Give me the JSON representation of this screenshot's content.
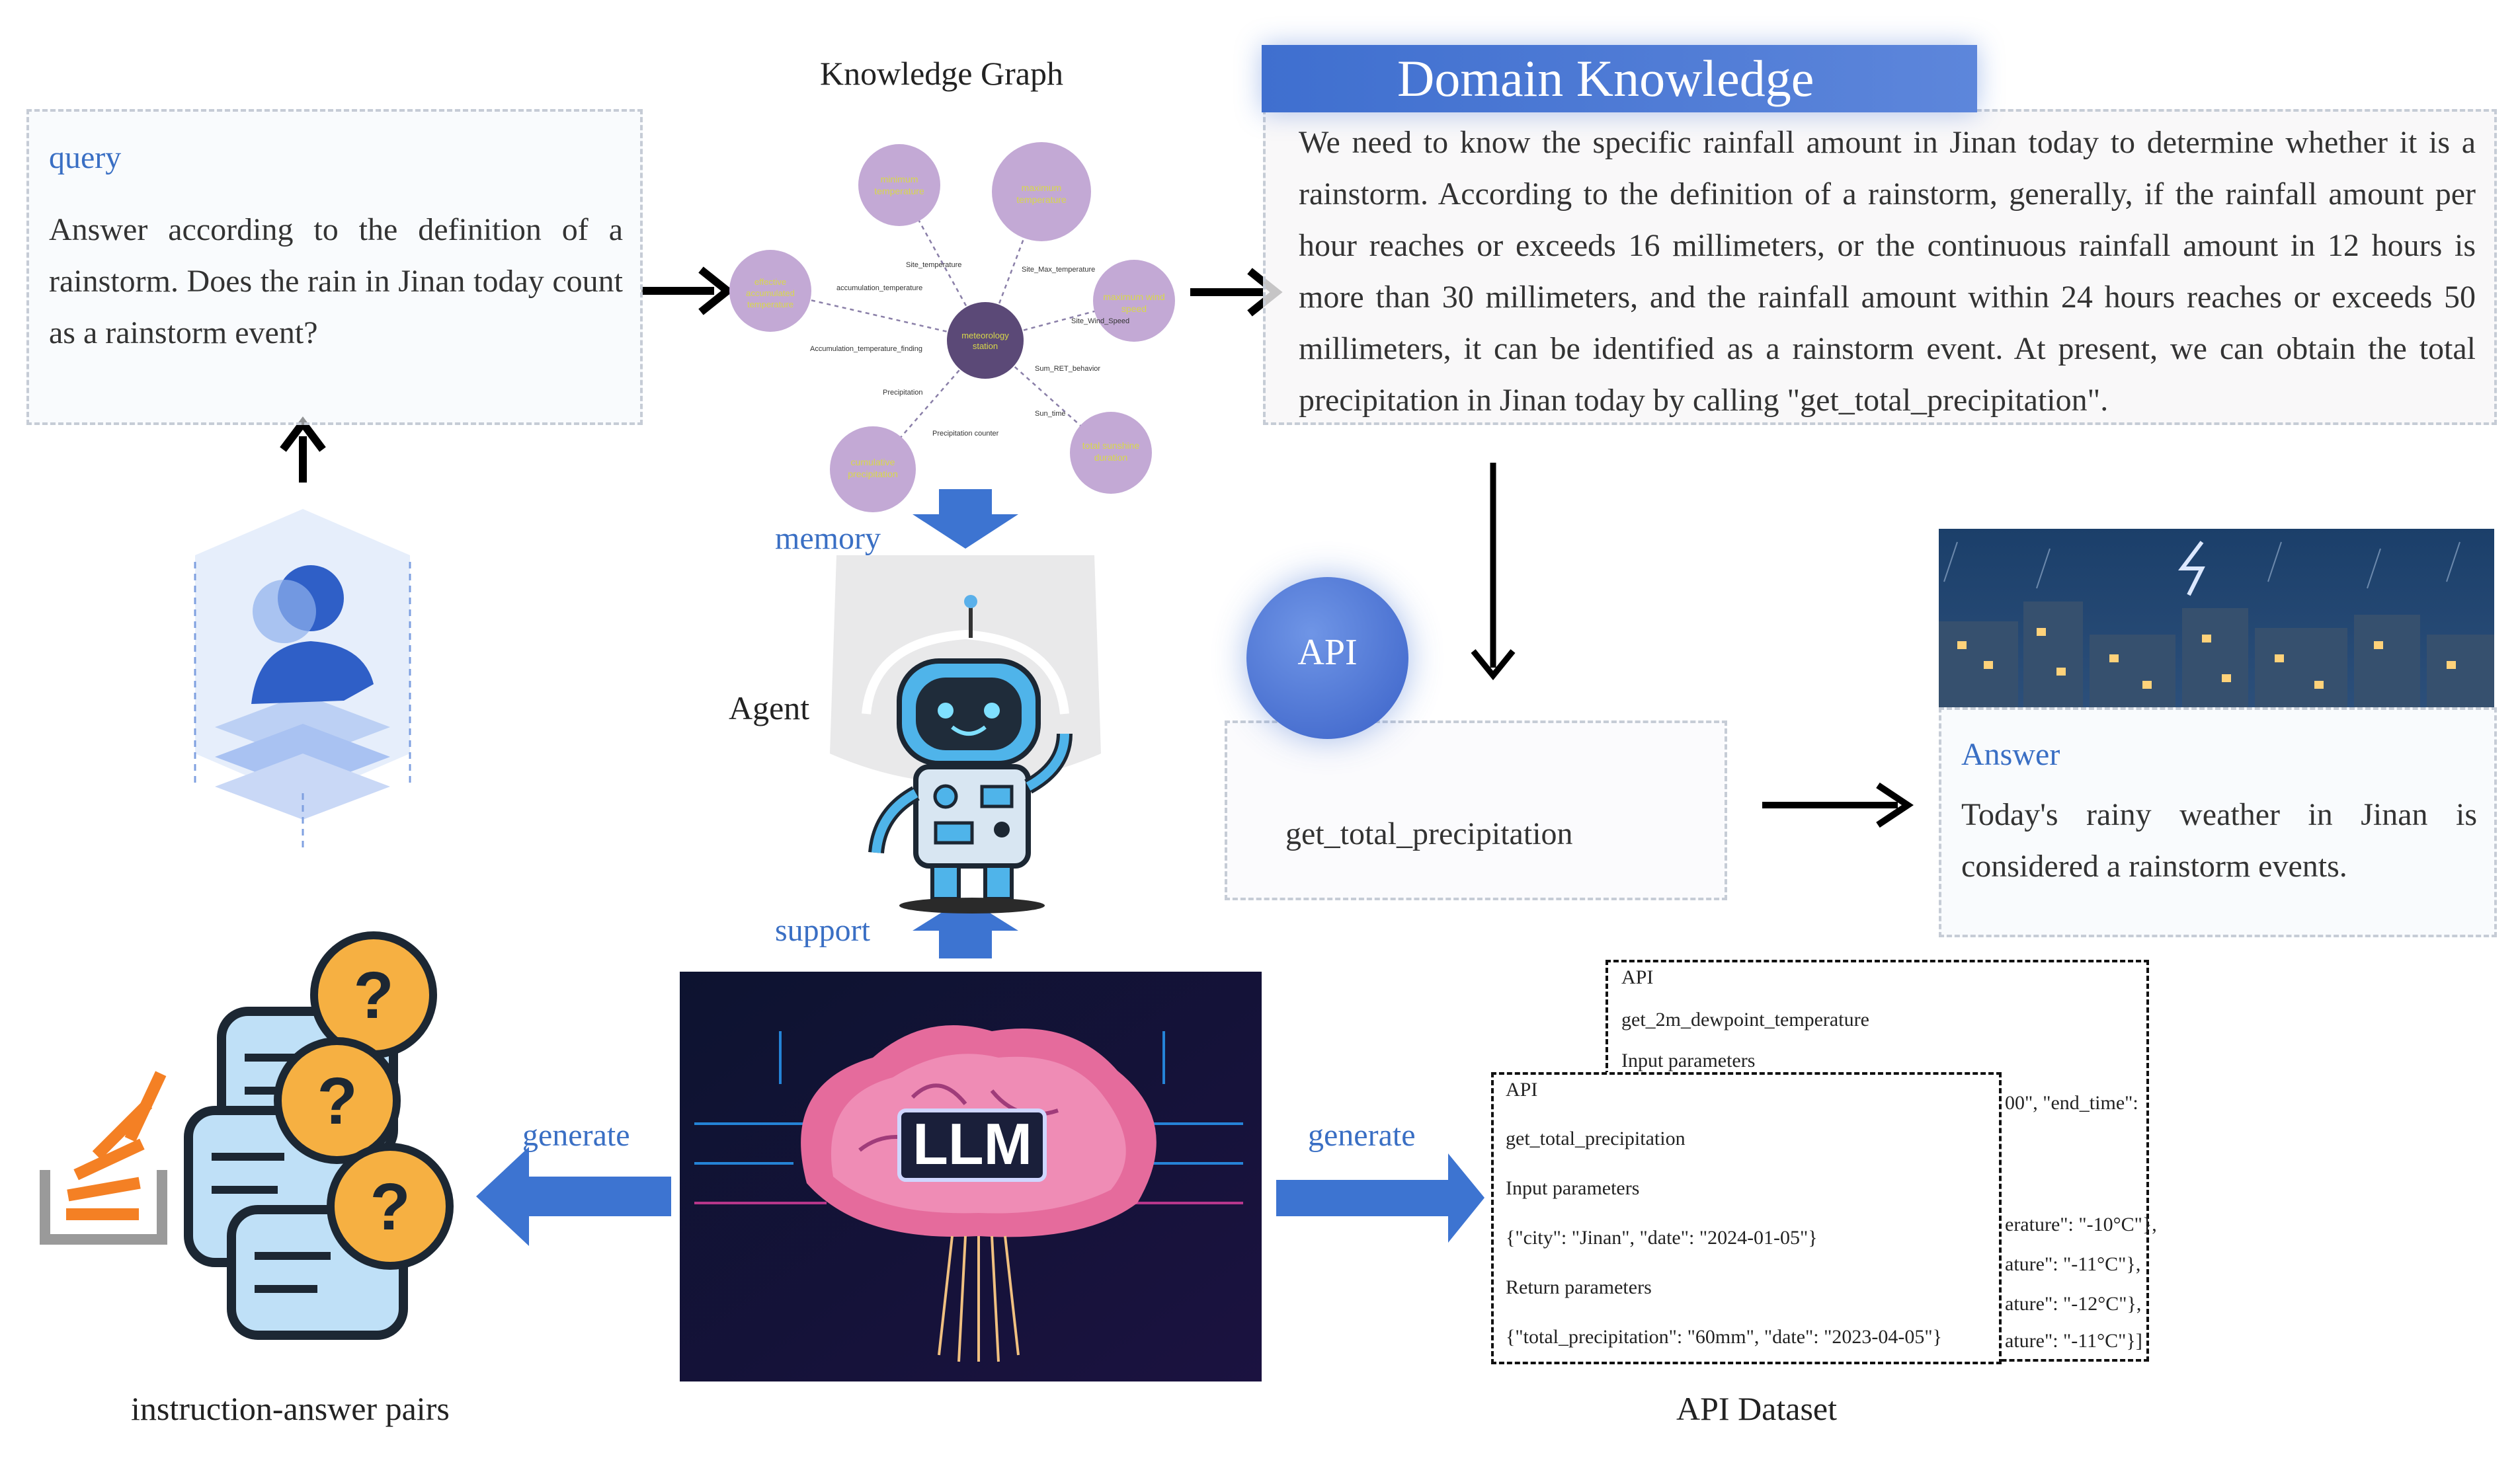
{
  "query": {
    "label": "query",
    "text": "Answer according to the definition of a rainstorm. Does the rain in Jinan today count as a rainstorm event?"
  },
  "knowledge_graph": {
    "title": "Knowledge Graph",
    "center": "meteorology station",
    "nodes": [
      "minimum temperature",
      "maximum temperature",
      "effective accumulated temperature",
      "maximum wind speed",
      "cumulative precipitation",
      "total sunshine duration"
    ],
    "edges": [
      "Site_temperature",
      "Site_Max_temperature",
      "accumulation_temperature",
      "Site_Wind_Speed",
      "Accumulation_temperature_finding",
      "Sum_RET_behavior",
      "Precipitation",
      "Sun_time",
      "Precipitation counter"
    ]
  },
  "domain_knowledge": {
    "title": "Domain Knowledge",
    "text": "We need to know the specific rainfall amount in Jinan today to determine whether it is a rainstorm. According to the definition of a rainstorm, generally, if the rainfall amount per hour reaches or exceeds 16 millimeters, or the continuous rainfall amount in 12 hours is more than 30 millimeters, and the rainfall amount within 24 hours reaches or exceeds 50 millimeters, it can be identified as a rainstorm event. At present, we can obtain the total precipitation in Jinan today by calling \"get_total_precipitation\"."
  },
  "memory_label": "memory",
  "agent_label": "Agent",
  "support_label": "support",
  "api": {
    "badge": "API",
    "call": "get_total_precipitation"
  },
  "answer": {
    "label": "Answer",
    "text": "Today's rainy weather in Jinan is considered a rainstorm events."
  },
  "llm_label": "LLM",
  "generate_left": "generate",
  "generate_right": "generate",
  "instruction_label": "instruction-answer pairs",
  "api_dataset": {
    "label": "API Dataset",
    "back": {
      "api": "API",
      "name": "get_2m_dewpoint_temperature",
      "input": "Input parameters",
      "frag1": "00\", \"end_time\":",
      "frag2": "erature\": \"-10°C\"},",
      "frag3": "ature\": \"-11°C\"},",
      "frag4": "ature\": \"-12°C\"},",
      "frag5": "ature\": \"-11°C\"}]"
    },
    "front": {
      "api": "API",
      "name": "get_total_precipitation",
      "input": "Input parameters",
      "input_value": "{\"city\": \"Jinan\", \"date\": \"2024-01-05\"}",
      "return": "Return parameters",
      "return_value": "{\"total_precipitation\": \"60mm\", \"date\": \"2023-04-05\"}"
    }
  }
}
